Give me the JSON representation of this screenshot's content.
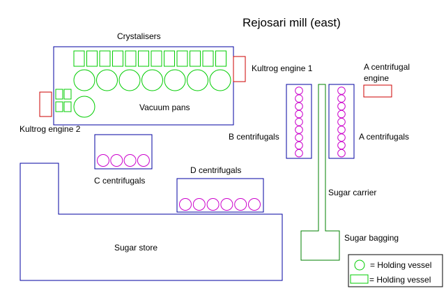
{
  "title": "Rejosari mill (east)",
  "labels": {
    "crystalisers": "Crystalisers",
    "vacuum_pans": "Vacuum pans",
    "kultrog_engine_1": "Kultrog engine 1",
    "kultrog_engine_2": "Kultrog engine 2",
    "a_centrifugal_engine_line1": "A centrifugal",
    "a_centrifugal_engine_line2": "engine",
    "b_centrifugals": "B centrifugals",
    "a_centrifugals": "A centrifugals",
    "c_centrifugals": "C centrifugals",
    "d_centrifugals": "D centrifugals",
    "sugar_carrier": "Sugar carrier",
    "sugar_bagging": "Sugar bagging",
    "sugar_store": "Sugar store"
  },
  "legend": {
    "circle_label": "= Holding vessel",
    "rect_label": "= Holding vessel"
  },
  "colors": {
    "building": "#0000a0",
    "green_vessel": "#00cc00",
    "magenta_vessel": "#cc00cc",
    "engine": "#cc0000",
    "carrier": "#008000",
    "text": "#000000"
  }
}
